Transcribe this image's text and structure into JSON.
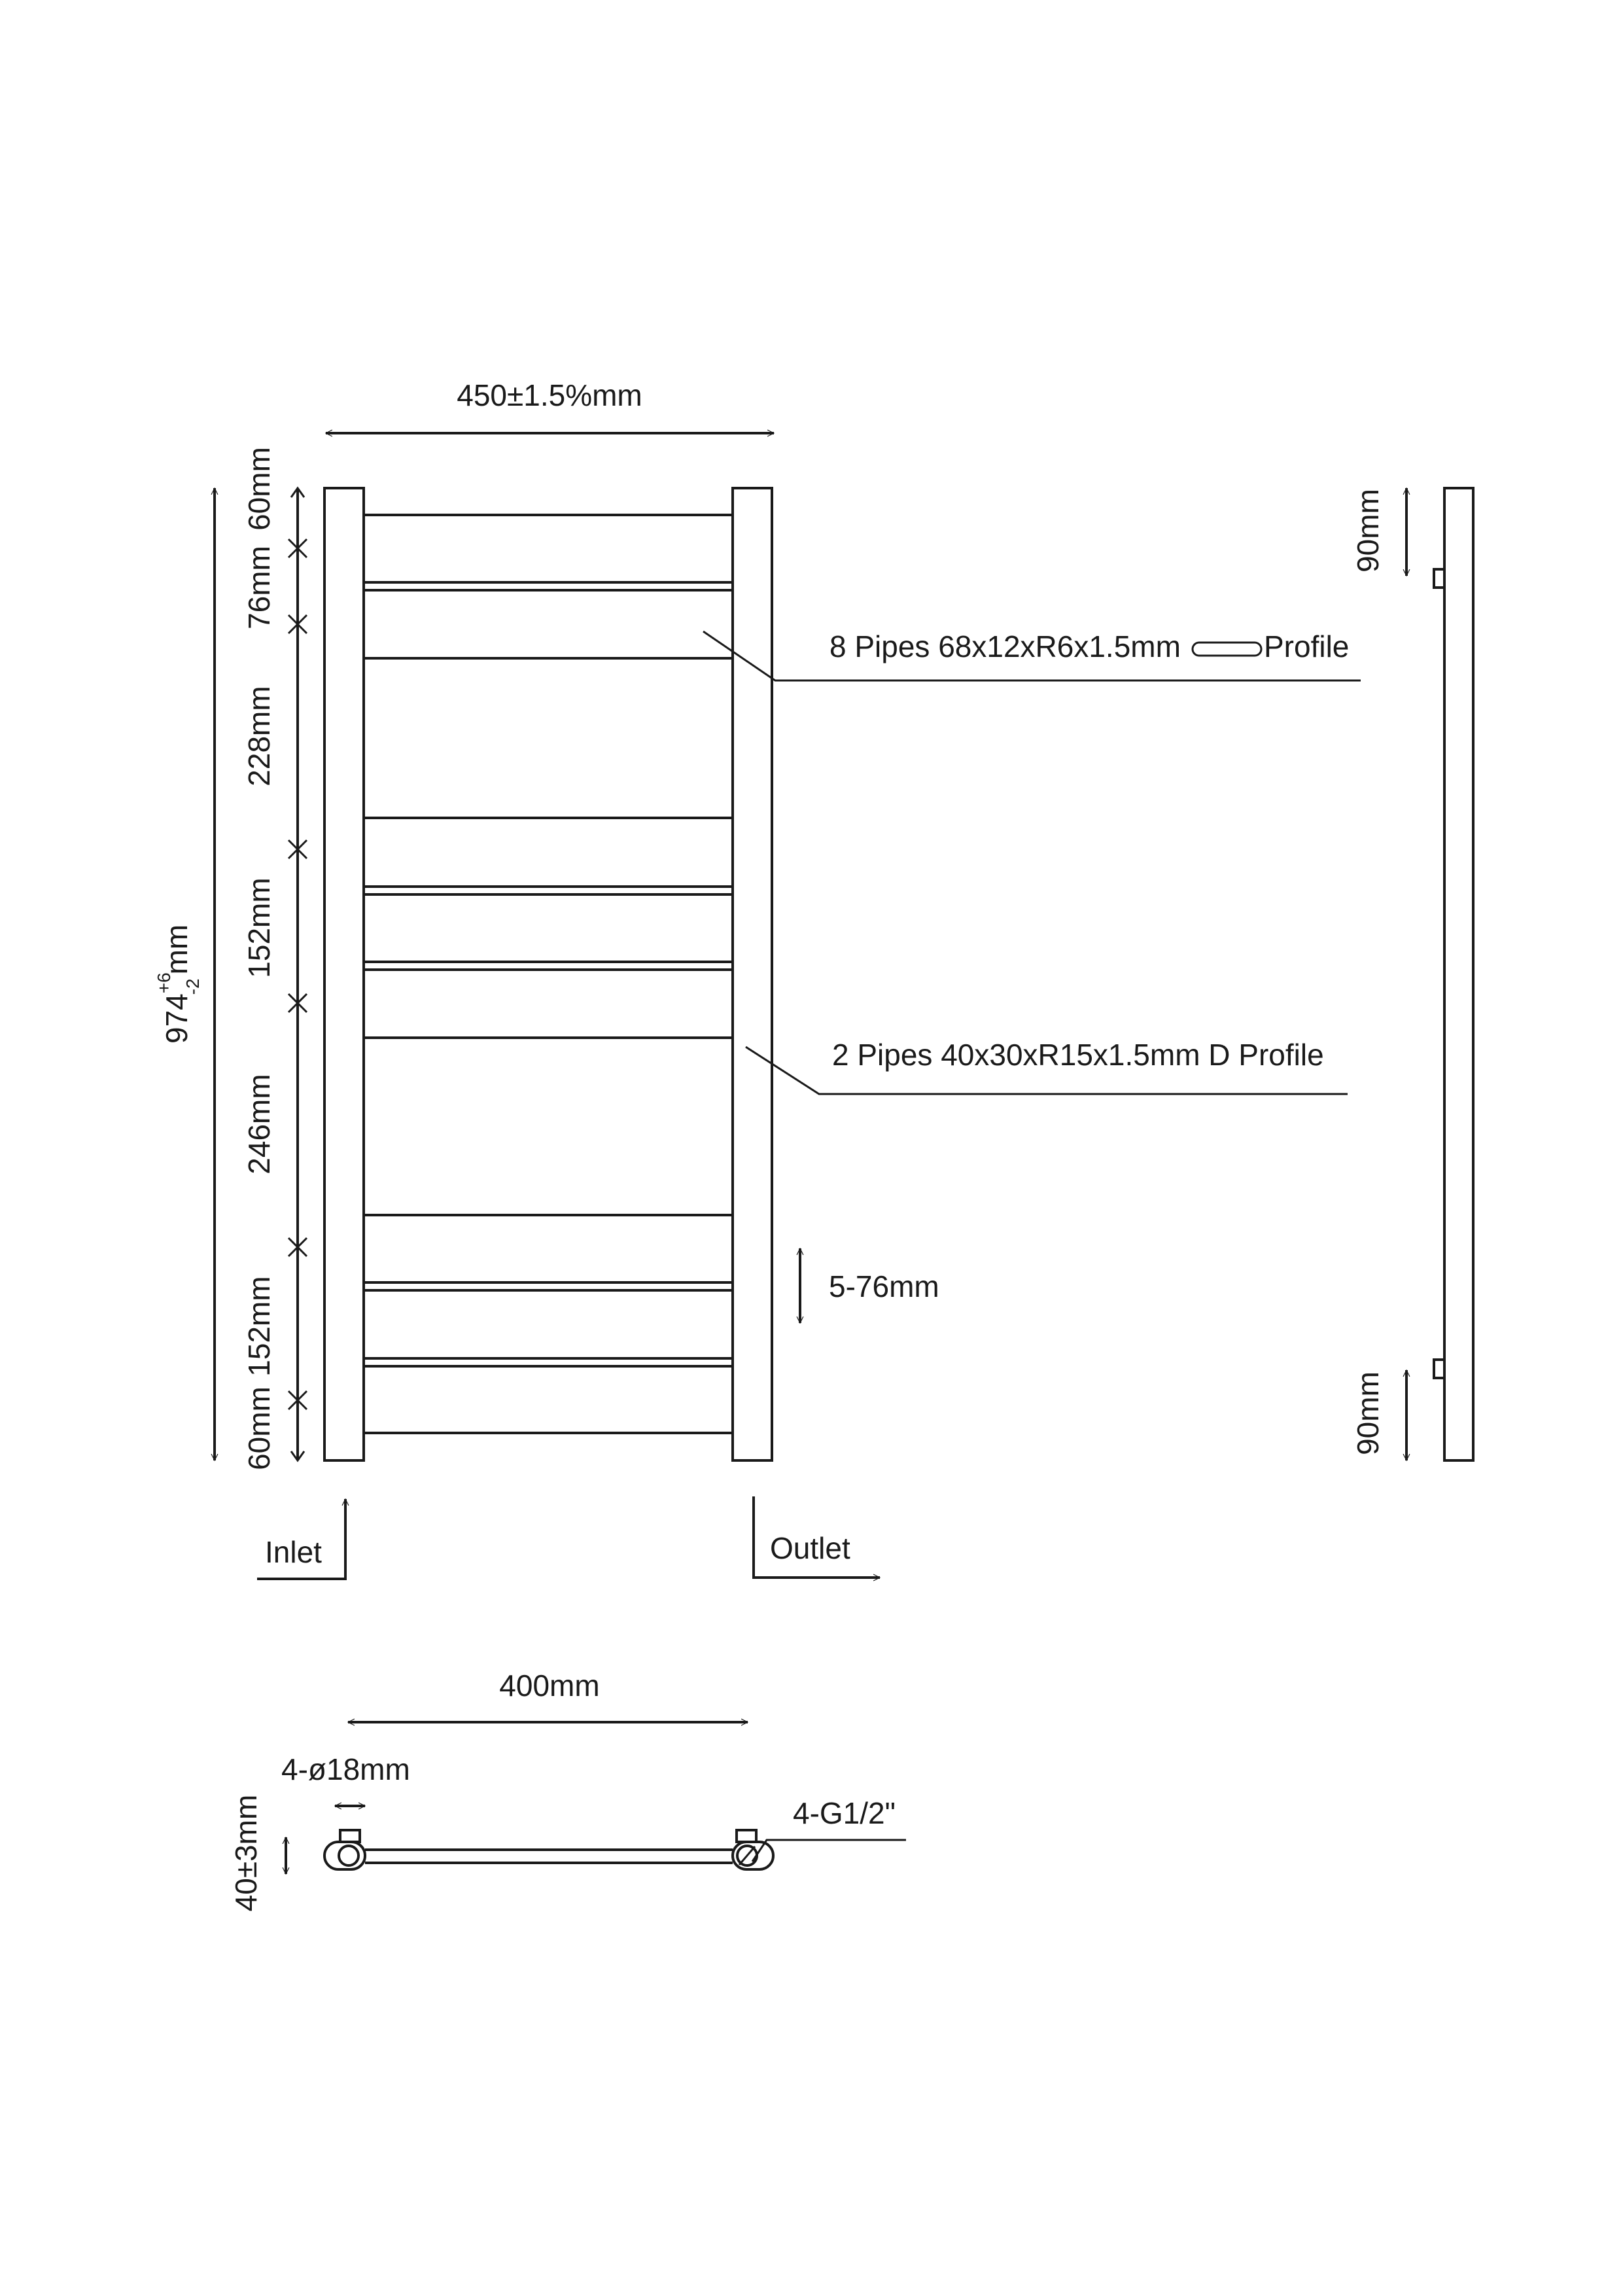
{
  "front_view": {
    "width_label": "450±1.5%mm",
    "height_main": "974",
    "height_tol_plus": "+6",
    "height_tol_minus": "-2",
    "height_unit": "mm",
    "spacing_labels": [
      "60mm",
      "76mm",
      "228mm",
      "152mm",
      "246mm",
      "152mm",
      "60mm"
    ],
    "profile_callout_8": "8 Pipes 68x12xR6x1.5mm",
    "profile_word": "Profile",
    "profile_callout_2": "2 Pipes 40x30xR15x1.5mm D Profile",
    "adjust_label": "5-76mm",
    "inlet_label": "Inlet",
    "outlet_label": "Outlet"
  },
  "side_view": {
    "top_offset": "90mm",
    "bottom_offset": "90mm"
  },
  "bottom_view": {
    "centers_label": "400mm",
    "hole_label": "4-ø18mm",
    "depth_label": "40±3mm",
    "thread_label": "4-G1/2\""
  }
}
